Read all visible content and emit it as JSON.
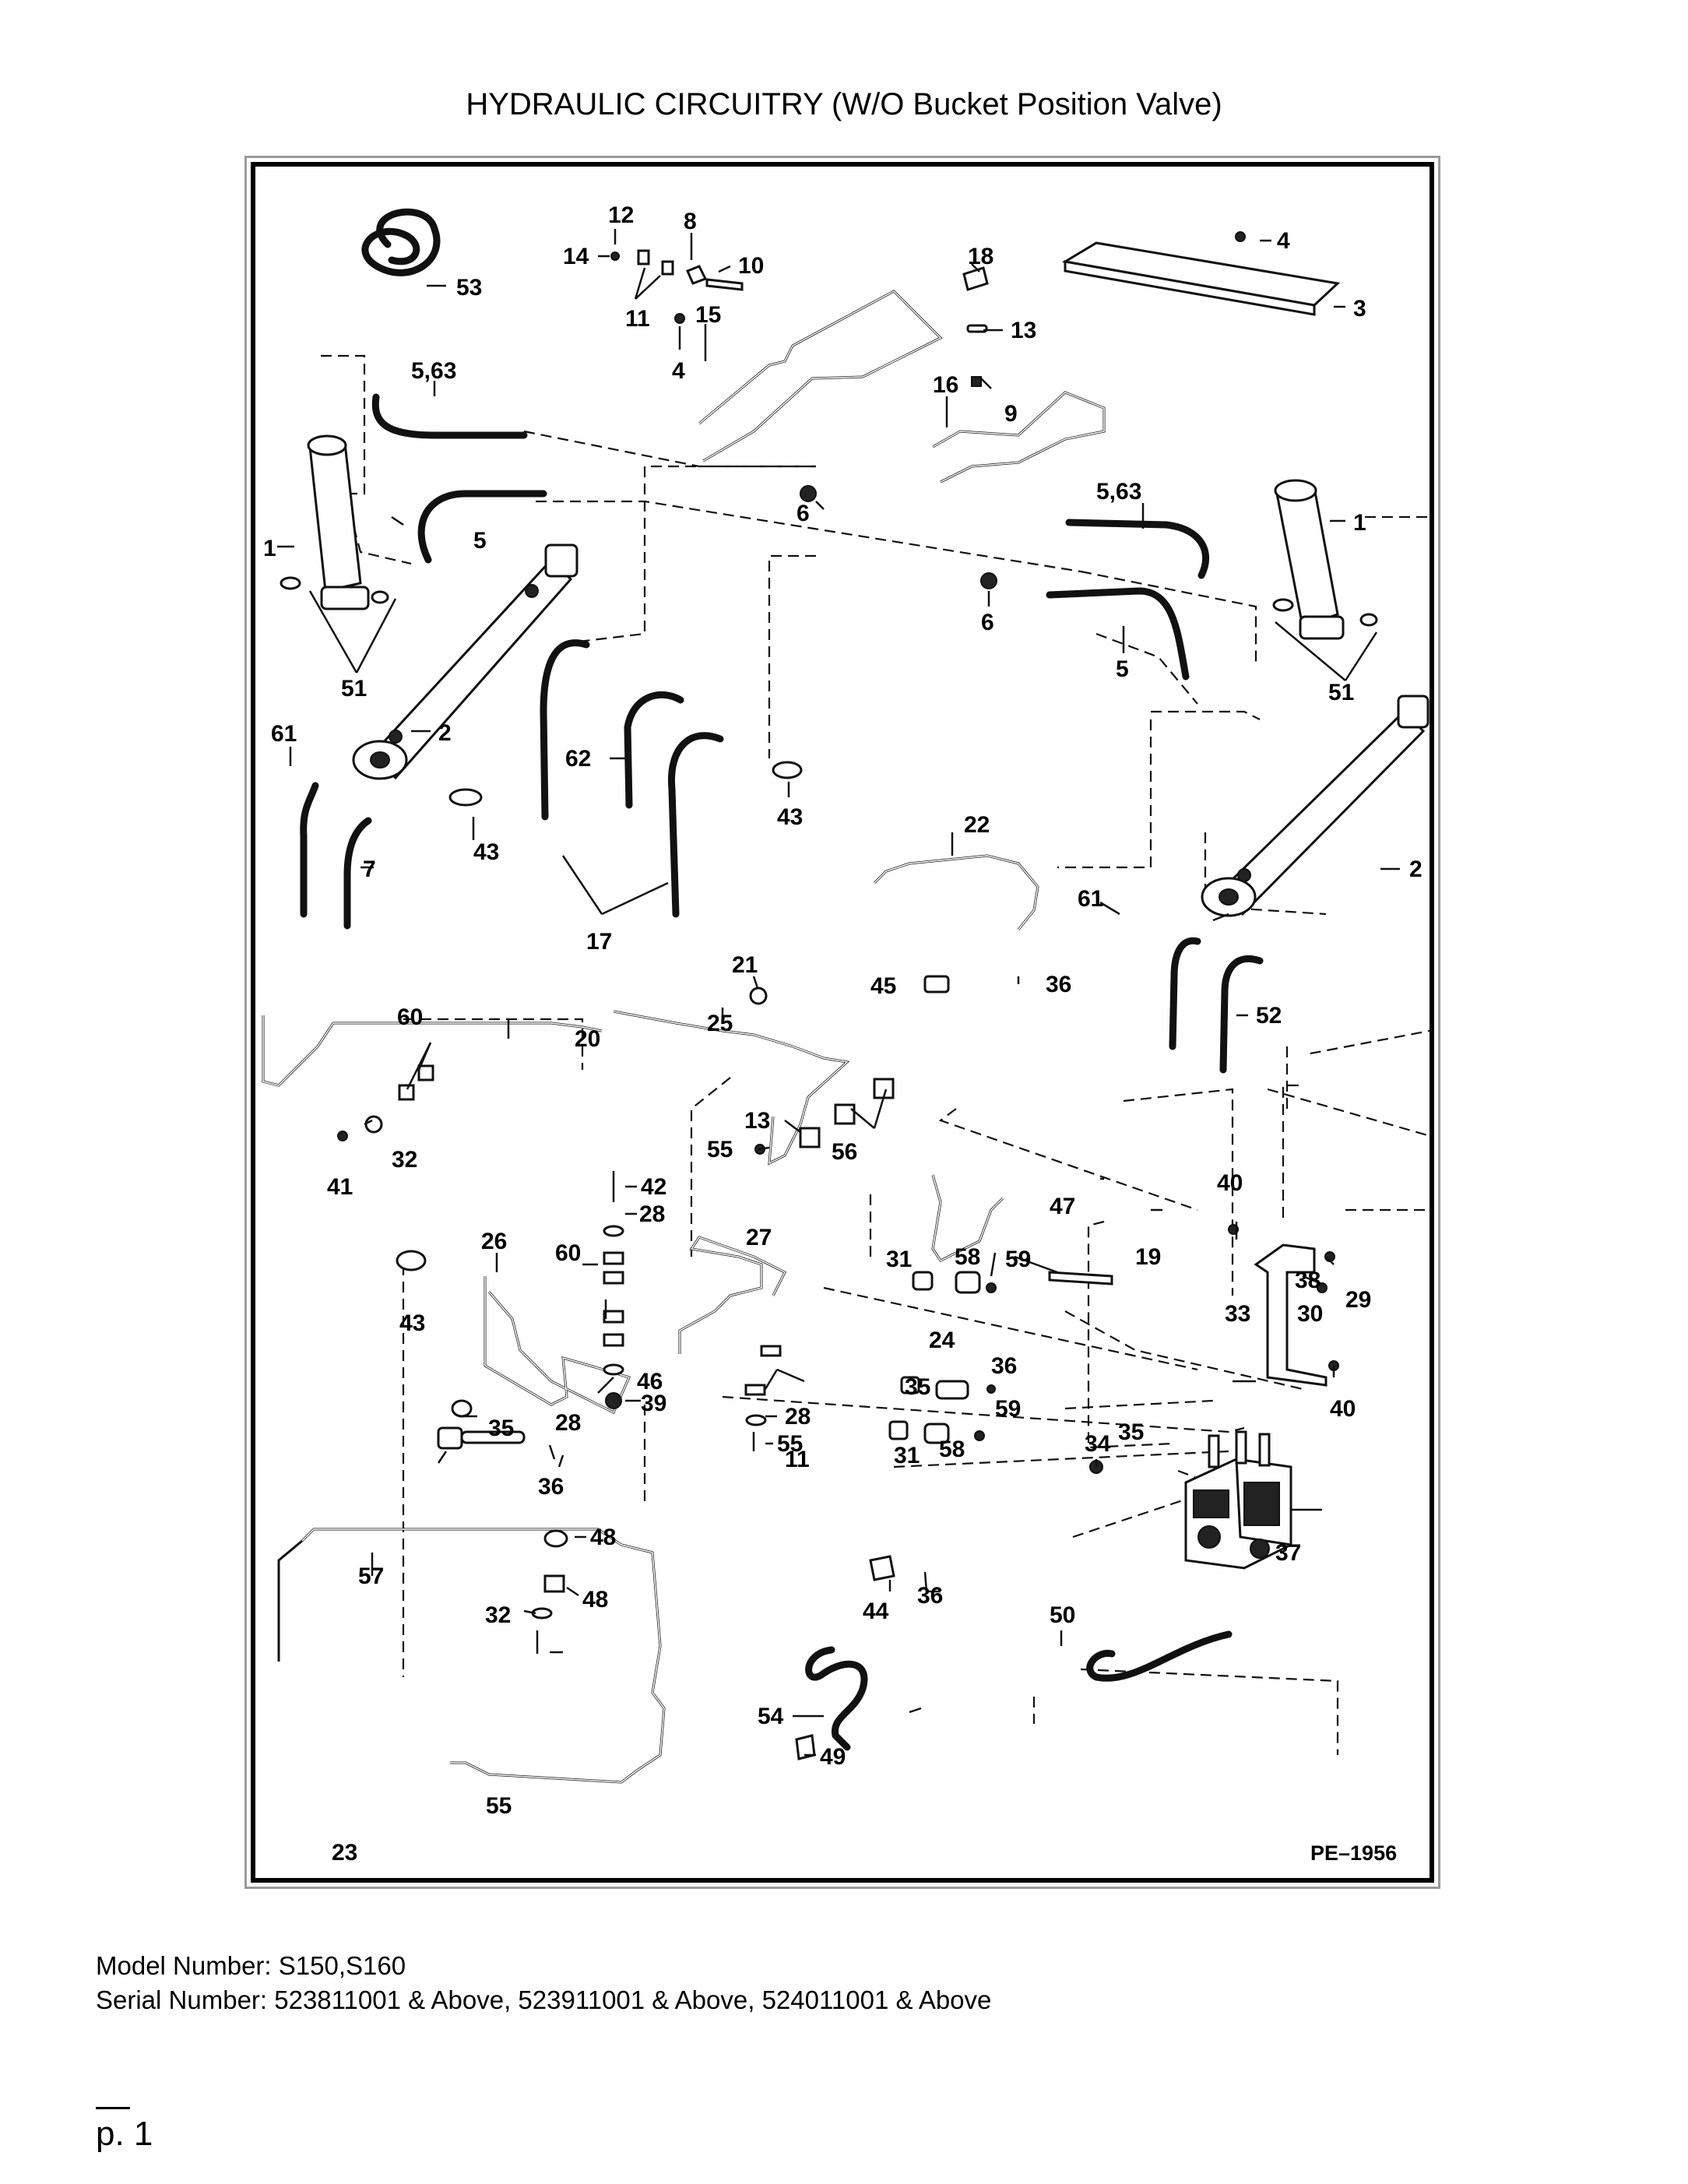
{
  "title": "HYDRAULIC CIRCUITRY (W/O Bucket Position Valve)",
  "diagram_ref": "PE–1956",
  "model_line": "Model Number: S150,S160",
  "serial_line": "Serial Number: 523811001 & Above, 523911001 & Above, 524011001 & Above",
  "page_number": "p. 1",
  "callouts": [
    "1",
    "1",
    "2",
    "2",
    "3",
    "4",
    "4",
    "5",
    "5",
    "5,63",
    "5,63",
    "6",
    "6",
    "7",
    "8",
    "9",
    "10",
    "11",
    "11",
    "12",
    "13",
    "13",
    "14",
    "15",
    "16",
    "17",
    "18",
    "19",
    "20",
    "21",
    "22",
    "23",
    "24",
    "25",
    "26",
    "27",
    "28",
    "28",
    "28",
    "29",
    "30",
    "31",
    "31",
    "32",
    "32",
    "33",
    "34",
    "35",
    "35",
    "35",
    "36",
    "36",
    "36",
    "36",
    "37",
    "38",
    "39",
    "40",
    "40",
    "41",
    "42",
    "43",
    "43",
    "43",
    "44",
    "45",
    "46",
    "47",
    "48",
    "48",
    "49",
    "50",
    "51",
    "51",
    "52",
    "53",
    "54",
    "55",
    "55",
    "55",
    "56",
    "57",
    "58",
    "58",
    "59",
    "59",
    "60",
    "60",
    "61",
    "61",
    "62"
  ]
}
